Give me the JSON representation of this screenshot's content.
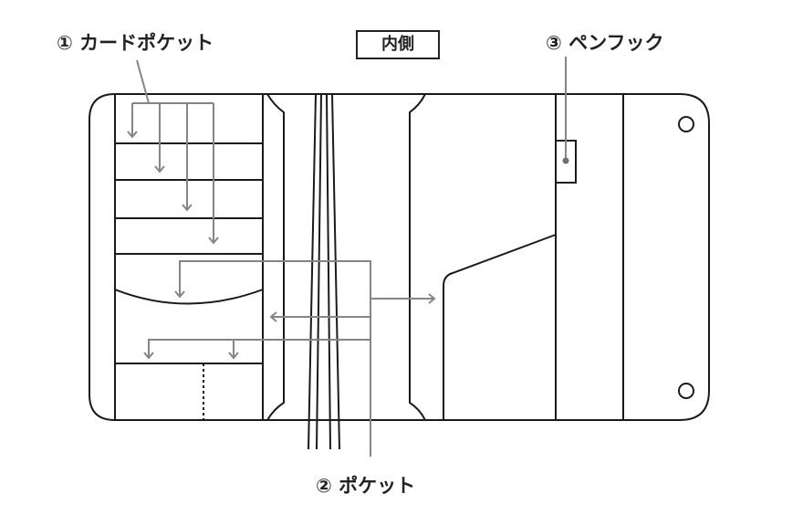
{
  "title": "内側",
  "labels": {
    "card_pocket": "① カードポケット",
    "pocket": "② ポケット",
    "pen_hook": "③ ペンフック"
  },
  "colors": {
    "outline": "#1a1a1a",
    "callout": "#85838f"
  }
}
